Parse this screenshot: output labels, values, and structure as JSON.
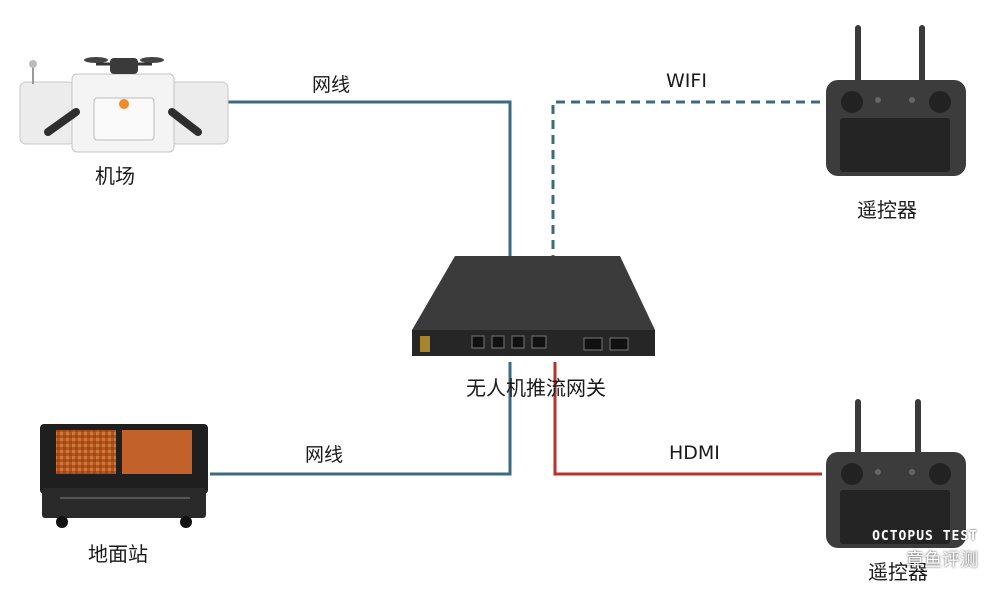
{
  "nodes": {
    "dock": {
      "label": "机场"
    },
    "gateway": {
      "label": "无人机推流网关"
    },
    "ground_station": {
      "label": "地面站"
    },
    "remote_top": {
      "label": "遥控器"
    },
    "remote_bottom": {
      "label": "遥控器"
    }
  },
  "connections": {
    "dock_gateway": {
      "label": "网线",
      "style": "solid",
      "color": "#3e6a7f"
    },
    "wifi": {
      "label": "WIFI",
      "style": "dashed",
      "color": "#3e6a7f"
    },
    "ground_gateway": {
      "label": "网线",
      "style": "solid",
      "color": "#3e6a7f"
    },
    "hdmi": {
      "label": "HDMI",
      "style": "solid",
      "color": "#b8322c"
    }
  },
  "watermark": {
    "en": "OCTOPUS TEST",
    "cn": "章鱼评测"
  }
}
